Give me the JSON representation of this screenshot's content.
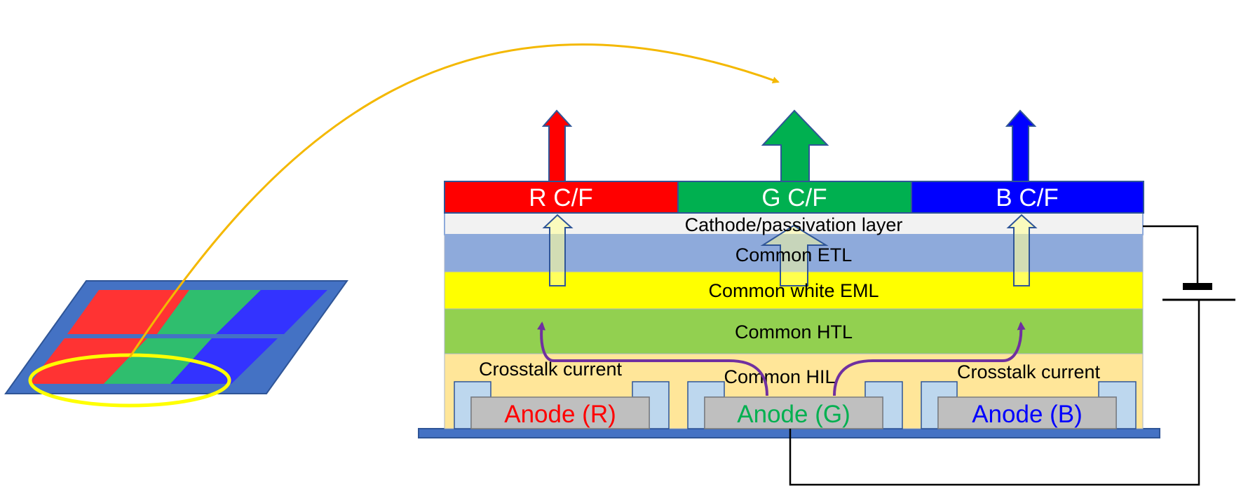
{
  "filters": {
    "red": {
      "label": "R C/F",
      "color": "#ff0000"
    },
    "green": {
      "label": "G C/F",
      "color": "#00b050"
    },
    "blue": {
      "label": "B C/F",
      "color": "#0000ff"
    }
  },
  "layers": {
    "cathode": "Cathode/passivation layer",
    "etl": "Common ETL",
    "eml": "Common white EML",
    "htl": "Common HTL",
    "hil": "Common HIL"
  },
  "crosstalk": {
    "left": "Crosstalk current",
    "right": "Crosstalk current"
  },
  "anodes": {
    "red": {
      "label": "Anode (R)",
      "color": "#ff0000"
    },
    "green": {
      "label": "Anode (G)",
      "color": "#00b050"
    },
    "blue": {
      "label": "Anode (B)",
      "color": "#0000ff"
    }
  },
  "colors": {
    "etl": "#8eaadb",
    "eml": "#ffff00",
    "htl": "#92d050",
    "hil": "#ffe699",
    "bank": "#bdd7ee",
    "anode_fill": "#bfbfbf",
    "substrate": "#4472c4",
    "leader": "#f4b800",
    "crosstalk_arrow": "#7030a0",
    "pixel_highlight": "#ffff00"
  }
}
